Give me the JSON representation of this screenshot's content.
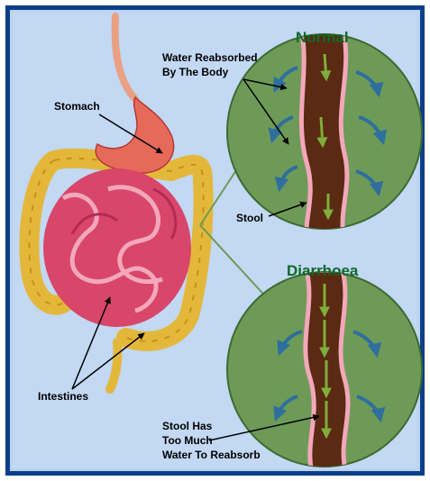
{
  "diagram": {
    "panels": {
      "normal": {
        "title": "Normal"
      },
      "diarrhoea": {
        "title": "Diarrhoea"
      }
    },
    "labels": {
      "water_reabsorbed_line1": "Water Reabsorbed",
      "water_reabsorbed_line2": "By The Body",
      "stomach": "Stomach",
      "stool": "Stool",
      "intestines": "Intestines",
      "stool_has_line1": "Stool Has",
      "stool_has_line2": "Too Much",
      "stool_has_line3": "Water To Reabsorb"
    },
    "colors": {
      "frame": "#0b3f8a",
      "background": "#bcd3f0",
      "circle_fill": "#6e9a57",
      "stool": "#5a2a12",
      "intestine": "#d8466a",
      "colon": "#e3b83a",
      "water_arrow": "#2e6f9e"
    }
  }
}
